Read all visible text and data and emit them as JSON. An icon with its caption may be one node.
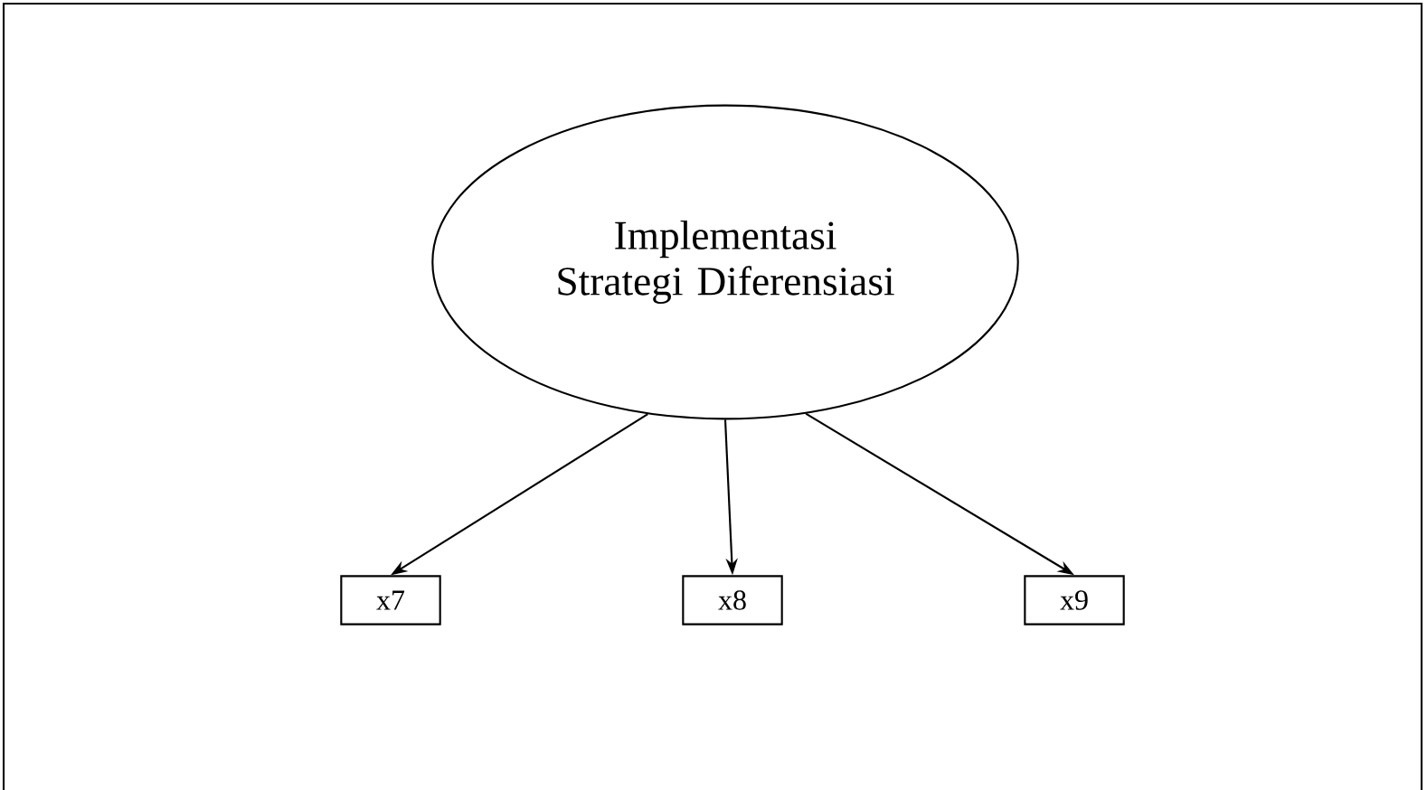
{
  "diagram": {
    "nodes": [
      {
        "text": [
          "Implementasi Strategi Diferensiasi"
        ]
      },
      {
        "text": [
          "x7"
        ]
      },
      {
        "text": [
          "x8"
        ]
      },
      {
        "text": [
          "x9"
        ]
      }
    ],
    "edges": [
      {
        "from": 0,
        "to": 1,
        "arrow": "to"
      },
      {
        "from": 0,
        "to": 2,
        "arrow": "to"
      },
      {
        "from": 0,
        "to": 3,
        "arrow": "to"
      }
    ]
  }
}
